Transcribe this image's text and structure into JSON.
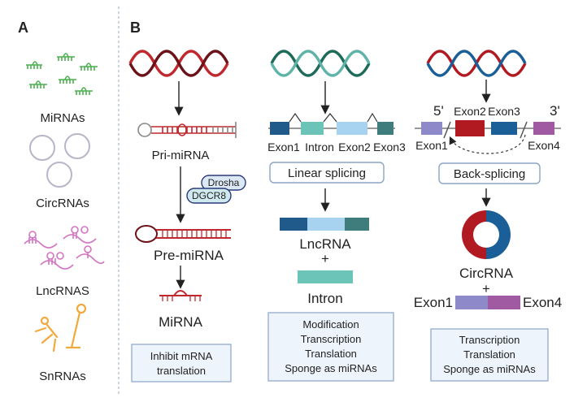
{
  "panels": {
    "a": "A",
    "b": "B"
  },
  "panel_a": {
    "items": [
      "MiRNAs",
      "CircRNAs",
      "LncRNAS",
      "SnRNAs"
    ]
  },
  "mirna_path": {
    "pri": "Pri-miRNA",
    "enzyme1": "Drosha",
    "enzyme2": "DGCR8",
    "pre": "Pre-miRNA",
    "mature": "MiRNA",
    "function_lines": [
      "Inhibit mRNA",
      "translation"
    ]
  },
  "lnc_path": {
    "exons": [
      "Exon1",
      "Intron",
      "Exon2",
      "Exon3"
    ],
    "process": "Linear splicing",
    "product": "LncRNA",
    "plus": "+",
    "byproduct": "Intron",
    "function_lines": [
      "Modification",
      "Transcription",
      "Translation",
      "Sponge as miRNAs"
    ]
  },
  "circ_path": {
    "five_prime": "5'",
    "three_prime": "3'",
    "exons": [
      "Exon1",
      "Exon2",
      "Exon3",
      "Exon4"
    ],
    "process": "Back-splicing",
    "product": "CircRNA",
    "plus": "+",
    "byproduct_left": "Exon1",
    "byproduct_right": "Exon4",
    "function_lines": [
      "Transcription",
      "Translation",
      "Sponge as miRNAs"
    ]
  },
  "colors": {
    "mirna_red": "#c0282d",
    "dark_red": "#6b1318",
    "mirna_green": "#4caf50",
    "circ_gray": "#b9b4c7",
    "lnc_pink": "#d374c2",
    "sn_orange": "#f0a93c",
    "navy": "#1f5a8a",
    "teal": "#6cc4b8",
    "light_blue": "#a8d3f0",
    "slate_teal": "#3f7c7c",
    "dna_green": "#1e6b5a",
    "dna_teal": "#5fb3a8",
    "lavender": "#8e89c8",
    "purple": "#a05aa2",
    "crimson": "#b21a22",
    "blue": "#1a5f98",
    "box_border": "#8aa4c8",
    "box_fill": "#eef4fb"
  }
}
